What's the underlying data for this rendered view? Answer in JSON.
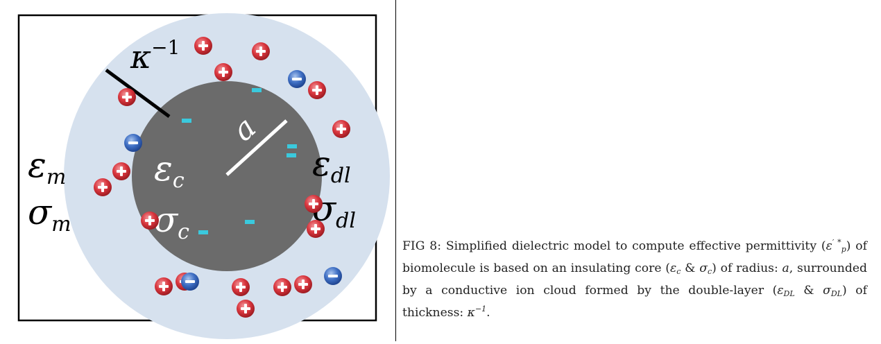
{
  "diagram": {
    "kappa_label": "κ⁻¹",
    "radius_label": "a",
    "medium_eps": "εm",
    "medium_sigma": "σm",
    "core_eps": "εc",
    "core_sigma": "σc",
    "dl_eps": "εdl",
    "dl_sigma": "σdl",
    "plus_ion_symbol": "+",
    "minus_ion_symbol": "−",
    "colors": {
      "outer_layer": "#d6e1ee",
      "core": "#6b6b6b",
      "plus_ion": "#d9363e",
      "minus_ion": "#3f6fc4",
      "surface_charge": "#3ac9dd"
    }
  },
  "caption": {
    "seg1": "FIG 8: Simplified dielectric model to compute effective permittivity (",
    "seg2": ") of biomolecule is based on an insulating core (",
    "seg3": " & ",
    "seg4": ") of radius: ",
    "seg5": ", surrounded by a conductive ion cloud formed by the double-layer (",
    "seg6": " & ",
    "seg7": ") of thickness: ",
    "seg8": ".",
    "eps_p_base": "ε",
    "eps_p_sup": "′ *",
    "eps_p_sub": "p",
    "eps_c_base": "ε",
    "eps_c_sub": "c",
    "sigma_c_base": "σ",
    "sigma_c_sub": "c",
    "radius": "a",
    "eps_dl_base": "ε",
    "eps_dl_sub": "DL",
    "sigma_dl_base": "σ",
    "sigma_dl_sub": "DL",
    "kappa_base": "κ",
    "kappa_sup": "−1"
  }
}
